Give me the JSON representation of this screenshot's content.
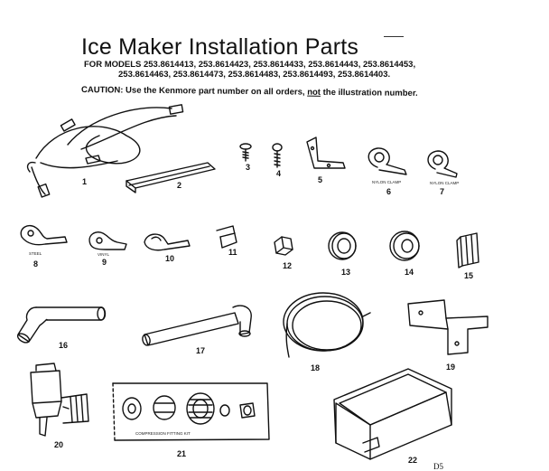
{
  "header": {
    "title": "Ice Maker Installation Parts",
    "models_line1": "FOR MODELS 253.8614413, 253.8614423, 253.8614433, 253.8614443, 253.8614453,",
    "models_line2": "253.8614463, 253.8614473, 253.8614483, 253.8614493, 253.8614403.",
    "caution_prefix": "CAUTION: Use the Kenmore part number on all orders,",
    "caution_not": "not",
    "caution_suffix": " the illustration number."
  },
  "parts": [
    {
      "number": "1",
      "name": "wire-harness"
    },
    {
      "number": "2",
      "name": "wire-channel"
    },
    {
      "number": "3",
      "name": "screw"
    },
    {
      "number": "4",
      "name": "screw"
    },
    {
      "number": "5",
      "name": "bracket"
    },
    {
      "number": "6",
      "name": "clamp"
    },
    {
      "number": "7",
      "name": "clamp"
    },
    {
      "number": "8",
      "name": "clamp"
    },
    {
      "number": "9",
      "name": "clamp"
    },
    {
      "number": "10",
      "name": "clamp"
    },
    {
      "number": "11",
      "name": "clip"
    },
    {
      "number": "12",
      "name": "nut"
    },
    {
      "number": "13",
      "name": "grommet"
    },
    {
      "number": "14",
      "name": "grommet"
    },
    {
      "number": "15",
      "name": "spacer"
    },
    {
      "number": "16",
      "name": "fill-tube"
    },
    {
      "number": "17",
      "name": "fill-tube-extension"
    },
    {
      "number": "18",
      "name": "water-tubing"
    },
    {
      "number": "19",
      "name": "mounting-bracket"
    },
    {
      "number": "20",
      "name": "water-valve"
    },
    {
      "number": "21",
      "name": "fitting-kit"
    },
    {
      "number": "22",
      "name": "ice-bin"
    }
  ],
  "diagram_code": "D5",
  "small_labels": {
    "clamp6": "NYLON CLAMP",
    "clamp7": "NYLON CLAMP",
    "clamp8": "STEEL",
    "clamp9": "VINYL",
    "kit21": "COMPRESSION FITTING KIT"
  },
  "colors": {
    "ink": "#111111",
    "paper": "#ffffff"
  }
}
